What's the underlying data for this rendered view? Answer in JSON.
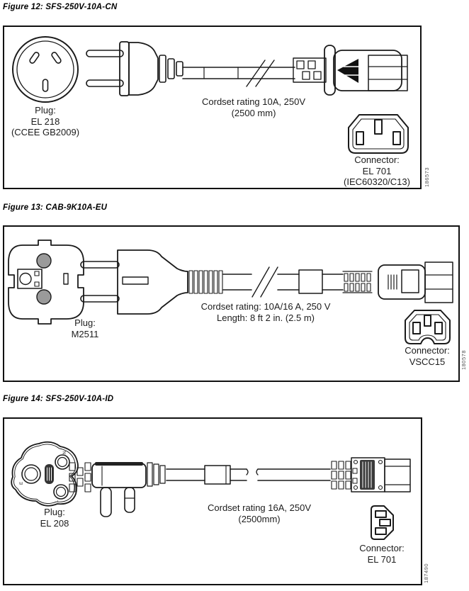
{
  "colors": {
    "line": "#1a1a1a",
    "pin_fill": "#9a9a9a",
    "background": "#ffffff"
  },
  "figures": [
    {
      "title": "Figure 12: SFS-250V-10A-CN",
      "plug_lines": [
        "Plug:",
        "EL 218",
        "(CCEE GB2009)"
      ],
      "rating_lines": [
        "Cordset rating 10A, 250V",
        "(2500 mm)"
      ],
      "connector_lines": [
        "Connector:",
        "EL 701",
        "(IEC60320/C13)"
      ],
      "figure_number": "186573"
    },
    {
      "title": "Figure 13: CAB-9K10A-EU",
      "plug_lines": [
        "Plug:",
        "M2511"
      ],
      "rating_lines": [
        "Cordset rating: 10A/16 A, 250 V",
        "Length: 8 ft 2 in. (2.5 m)"
      ],
      "connector_lines": [
        "Connector:",
        "VSCC15"
      ],
      "figure_number": "180578"
    },
    {
      "title": "Figure 14: SFS-250V-10A-ID",
      "plug_lines": [
        "Plug:",
        "EL 208"
      ],
      "rating_lines": [
        "Cordset rating 16A, 250V",
        "(2500mm)"
      ],
      "connector_lines": [
        "Connector:",
        "EL 701"
      ],
      "plug_face_markings": [
        "E",
        "N",
        "L"
      ],
      "figure_number": "187490"
    }
  ]
}
